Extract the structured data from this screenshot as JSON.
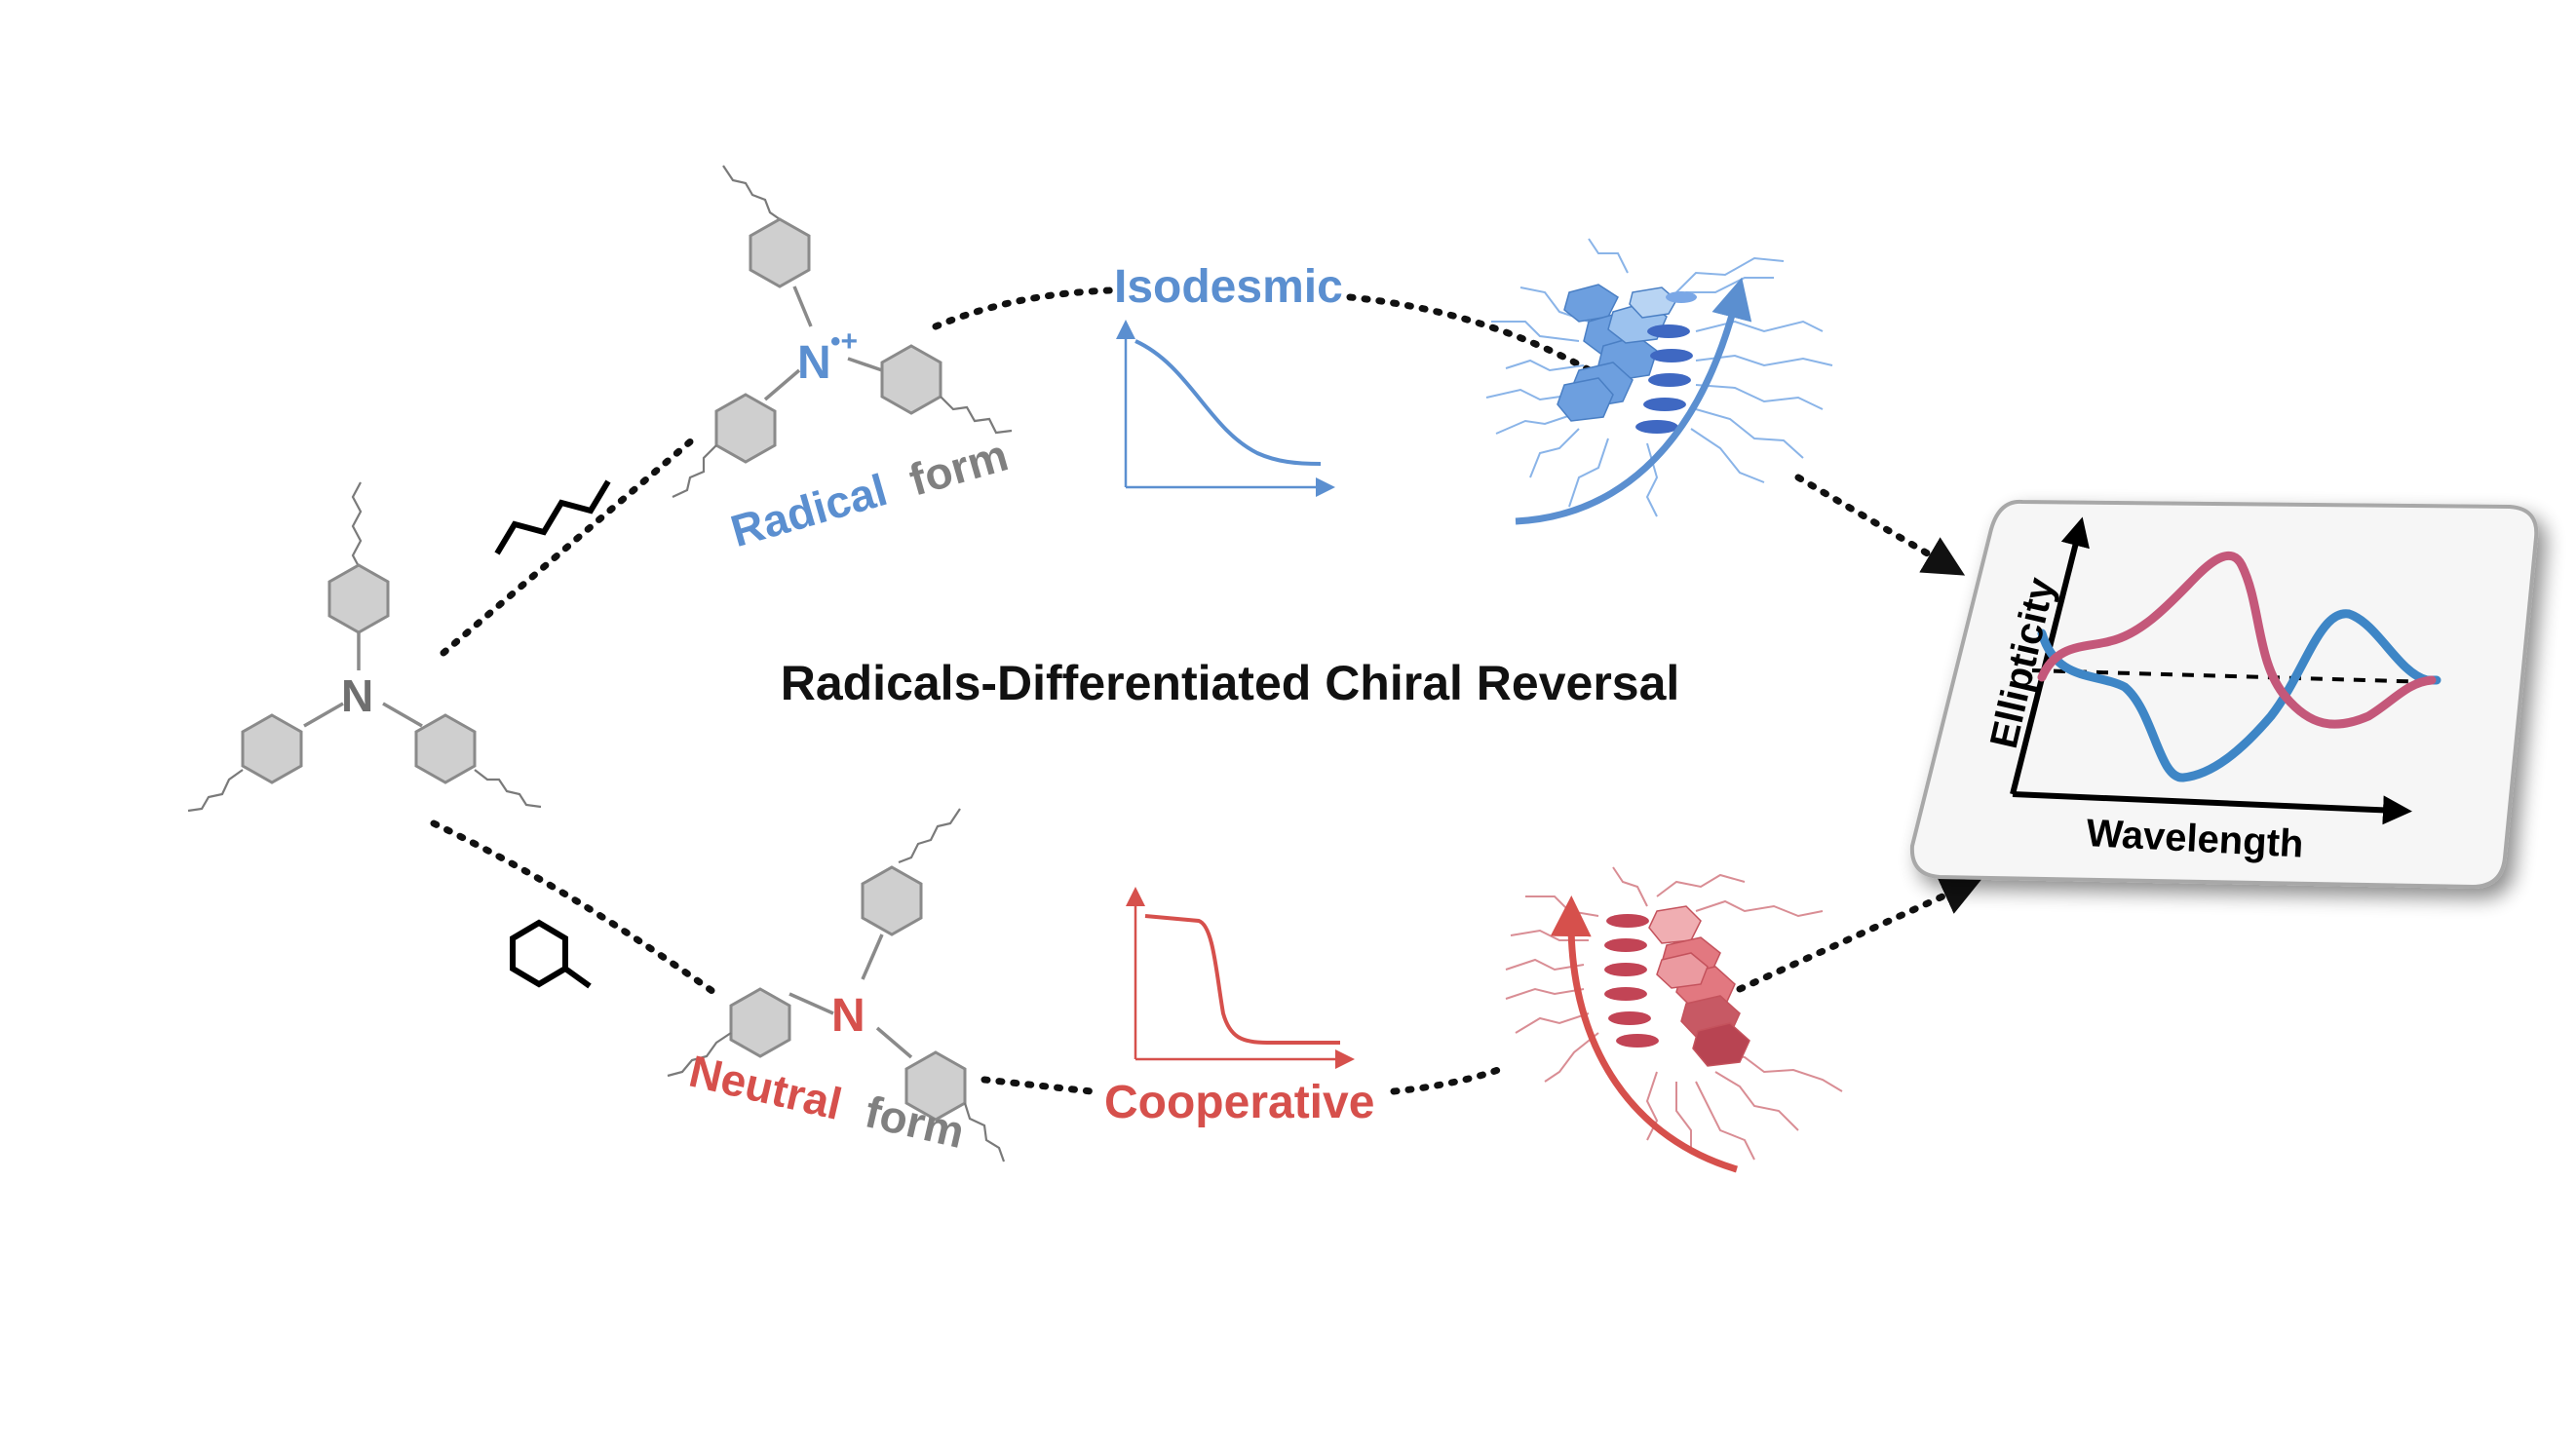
{
  "title": "Radicals-Differentiated Chiral Reversal",
  "central_molecule": {
    "atom": "N"
  },
  "radical_molecule": {
    "atom": "N",
    "superscript": "•+",
    "label_part1": "Radical",
    "label_part2": "form"
  },
  "neutral_molecule": {
    "atom": "N",
    "label_part1": "Neutral",
    "label_part2": "form"
  },
  "isodesmic": {
    "label": "Isodesmic"
  },
  "cooperative": {
    "label": "Cooperative"
  },
  "cd_panel": {
    "ylabel": "Ellipticity",
    "xlabel": "Wavelength"
  },
  "colors": {
    "blue": "#5b8fd0",
    "red": "#d6504c",
    "gray": "#808080",
    "cd_blue": "#3e86c6",
    "cd_pink": "#c4587a"
  }
}
